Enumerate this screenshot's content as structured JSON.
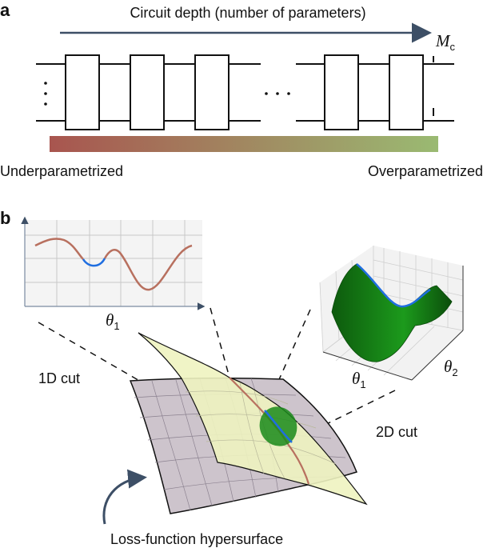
{
  "panel_a": {
    "label": "a",
    "title": "Circuit depth (number of parameters)",
    "arrow_end_symbol": "M",
    "arrow_end_subscript": "c",
    "left_label": "Underparametrized",
    "right_label": "Overparametrized",
    "gradient_colors": [
      "#a8554f",
      "#9aba72"
    ],
    "arrow_color": "#3d4f66"
  },
  "panel_b": {
    "label": "b",
    "plot_1d": {
      "xlabel_symbol": "θ",
      "xlabel_subscript": "1"
    },
    "plot_2d": {
      "x1_symbol": "θ",
      "x1_subscript": "1",
      "x2_symbol": "θ",
      "x2_subscript": "2"
    },
    "cut_1d_label": "1D cut",
    "cut_2d_label": "2D cut",
    "surface_label": "Loss-function hypersurface",
    "colors": {
      "curve": "#b8705f",
      "highlight": "#1f6ee0",
      "saddle": "#1a8a1a",
      "sheet": "#eef3c0",
      "surface": "#cdc4cc"
    }
  }
}
